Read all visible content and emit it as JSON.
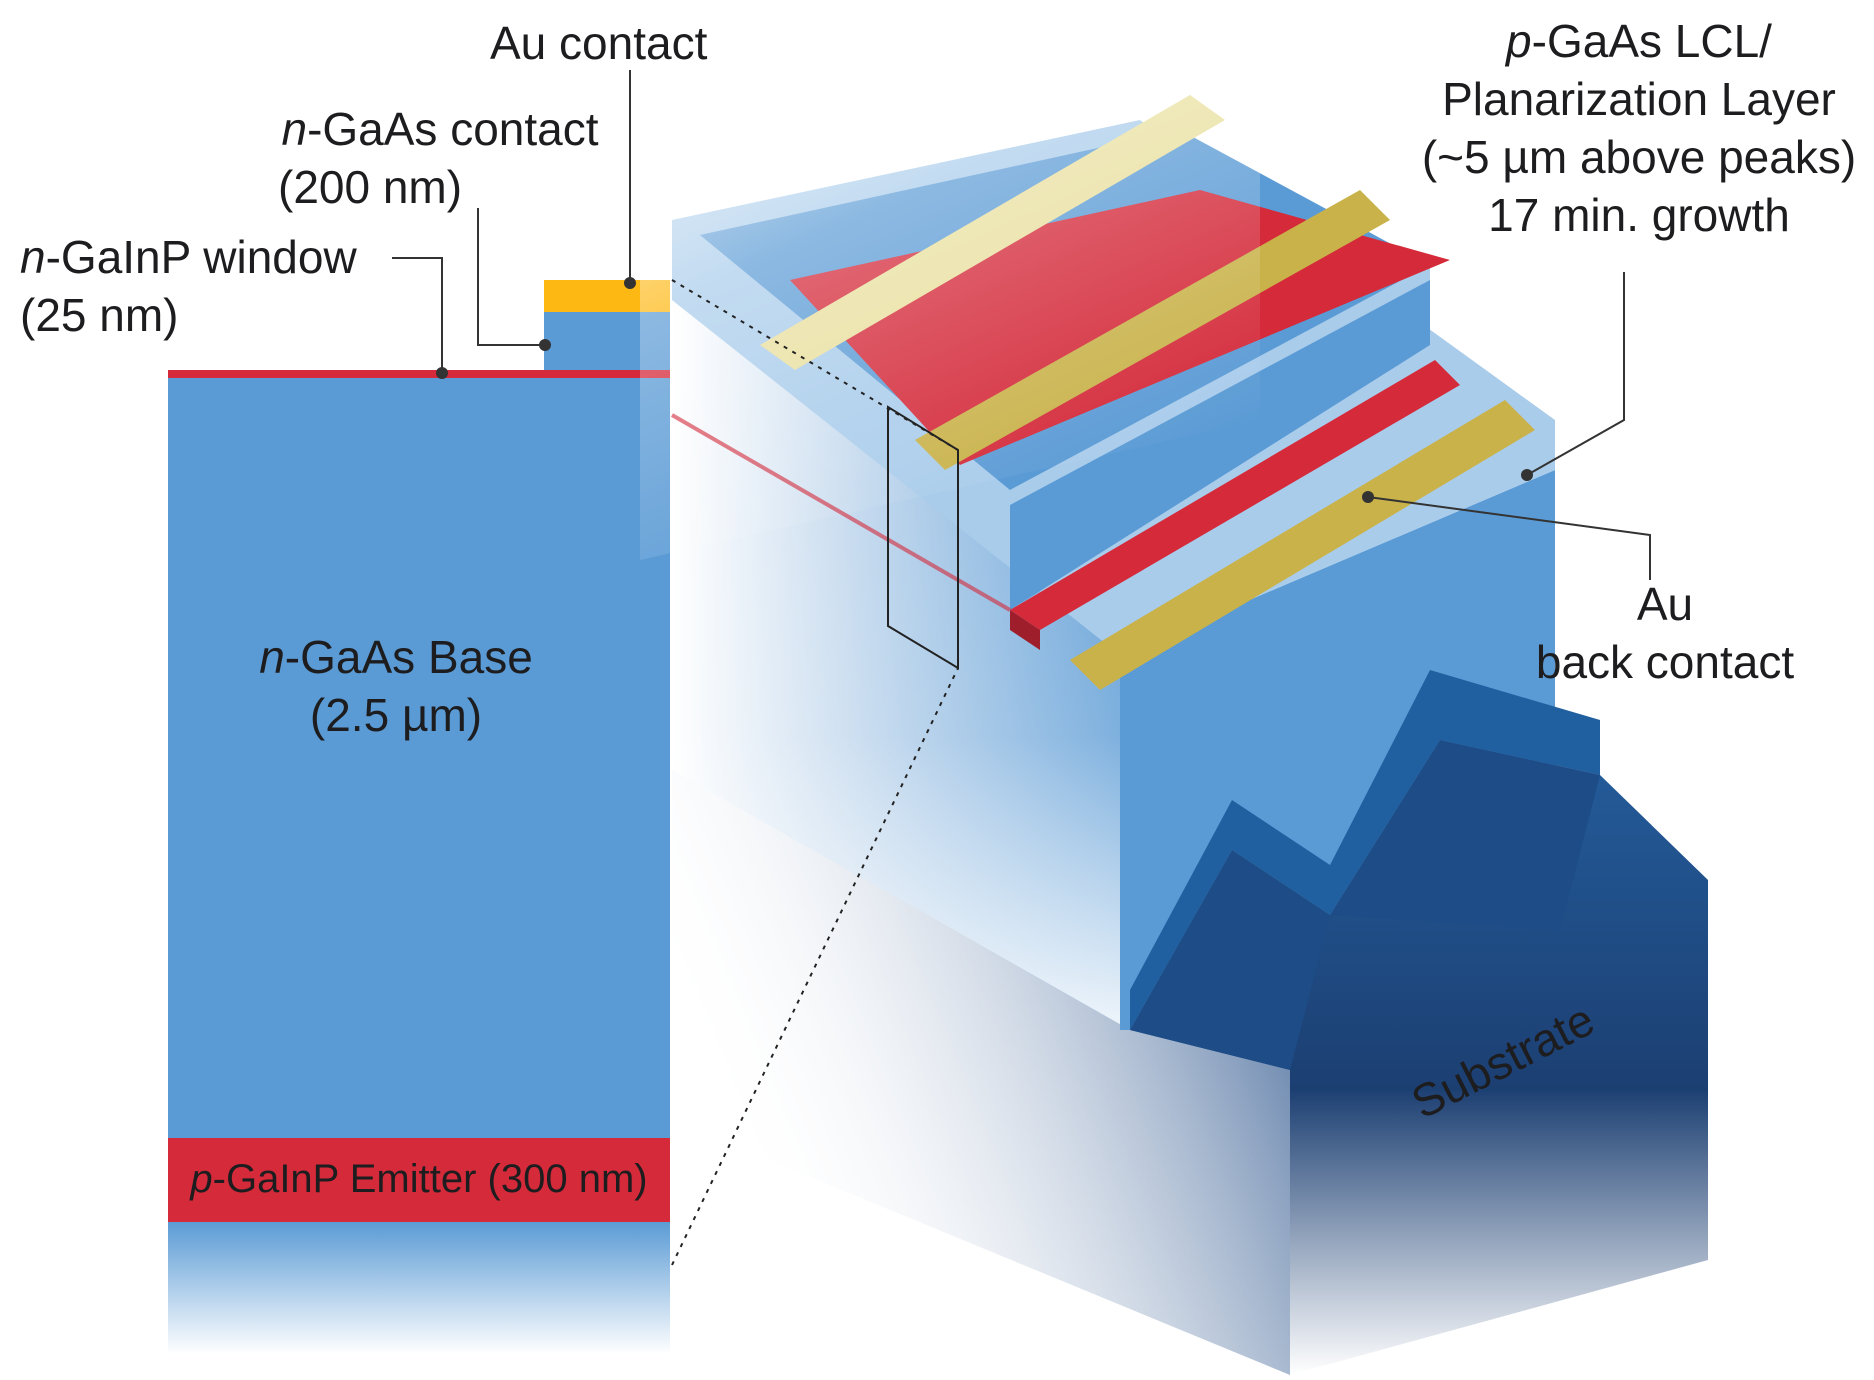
{
  "colors": {
    "layer_blue": "#5B9BD5",
    "light_blue": "#A9CCEB",
    "dark_blue": "#2160A0",
    "navy": "#1B3F73",
    "red": "#D42A3A",
    "gold": "#C9B24A",
    "orange_gold": "#FDB813"
  },
  "labels": {
    "au_contact": "Au contact",
    "ngaas_contact": {
      "prefix": "n",
      "main": "-GaAs contact",
      "line2": "(200 nm)"
    },
    "ngainp_window": {
      "prefix": "n",
      "main": "-GaInP window",
      "line2": "(25 nm)"
    },
    "base": {
      "prefix": "n",
      "main": "-GaAs Base",
      "line2": "(2.5 µm)"
    },
    "emitter": {
      "prefix": "p",
      "main": "-GaInP Emitter (300 nm)"
    },
    "lcl": {
      "prefix": "p",
      "main": "-GaAs LCL/",
      "line2": "Planarization Layer",
      "line3": "(~5 µm above peaks)",
      "line4": "17 min. growth"
    },
    "back_contact": {
      "line1": "Au",
      "line2": "back contact"
    },
    "substrate": "Substrate"
  }
}
